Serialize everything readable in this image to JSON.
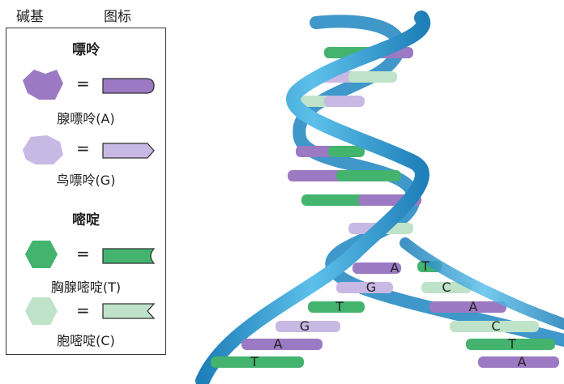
{
  "header": {
    "left": "碱基",
    "right": "图标"
  },
  "legend": {
    "purine_title": "嘌呤",
    "adenine_label": "腺嘌呤(A)",
    "guanine_label": "鸟嘌呤(G)",
    "pyrimidine_title": "嘧啶",
    "thymine_label": "胸腺嘧啶(T)",
    "cytosine_label": "胞嘧啶(C)",
    "equals": "="
  },
  "colors": {
    "adenine": "#9b79c3",
    "guanine": "#c8b8e4",
    "thymine": "#43b36e",
    "cytosine": "#bfe3c8",
    "backbone": "#3a9fd3"
  },
  "strand_letters": {
    "left": [
      "A",
      "G",
      "T",
      "G",
      "A",
      "T"
    ],
    "right": [
      "T",
      "C",
      "A",
      "C",
      "T",
      "A"
    ]
  }
}
